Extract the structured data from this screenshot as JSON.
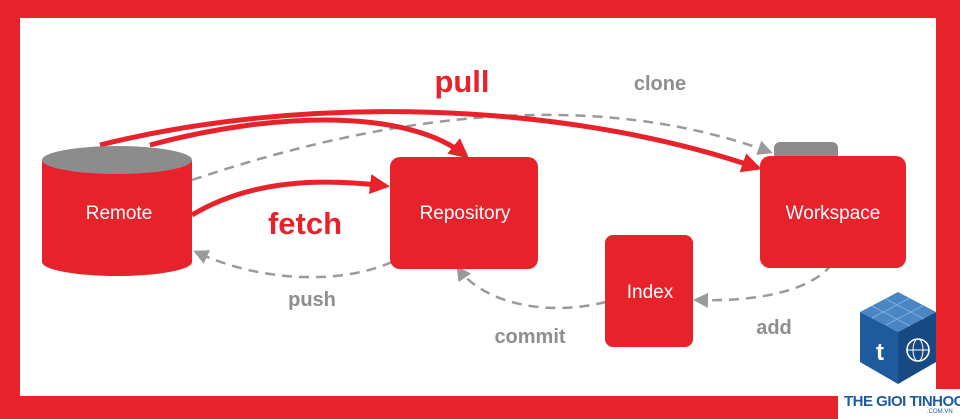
{
  "colors": {
    "accent": "#e8222a",
    "dashed_arrow": "#9a9a9a",
    "label_gray": "#8e8e8e",
    "tab_gray": "#8c8c8c",
    "logo_blue": "#1e5b9e"
  },
  "nodes": {
    "remote": "Remote",
    "repository": "Repository",
    "workspace": "Workspace",
    "index": "Index"
  },
  "labels": {
    "pull": "pull",
    "fetch": "fetch",
    "clone": "clone",
    "push": "push",
    "commit": "commit",
    "add": "add"
  },
  "brand": {
    "logo_letter": "t",
    "name": "THE GIOI TINHOC",
    "domain": ".COM.VN"
  }
}
